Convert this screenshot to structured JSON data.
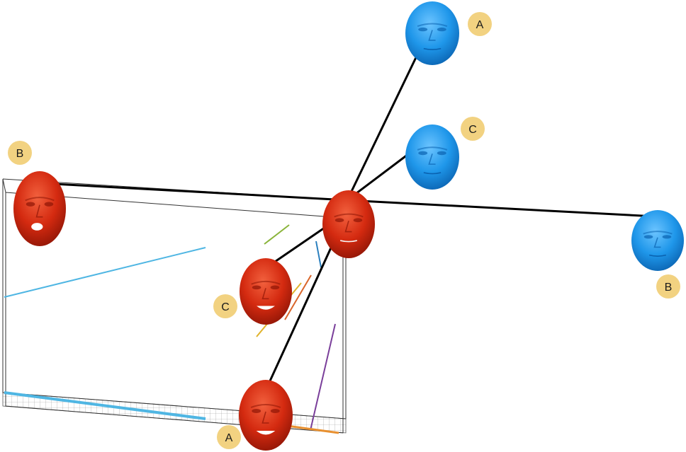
{
  "colors": {
    "red_face": "#d42a10",
    "red_face_dark": "#8e1506",
    "red_face_light": "#f2613e",
    "blue_face": "#1f97ea",
    "blue_face_dark": "#0a62b0",
    "blue_face_light": "#6cc4ff",
    "badge": "#f2d281",
    "badge_text": "#1a1a1a",
    "connector": "#000000",
    "box_frame": "#3a3a3a"
  },
  "faces": [
    {
      "id": "center",
      "color": "red",
      "label": ""
    },
    {
      "id": "red-b",
      "color": "red",
      "label": "B"
    },
    {
      "id": "red-c",
      "color": "red",
      "label": "C"
    },
    {
      "id": "red-a",
      "color": "red",
      "label": "A"
    },
    {
      "id": "blue-a",
      "color": "blue",
      "label": "A"
    },
    {
      "id": "blue-c",
      "color": "blue",
      "label": "C"
    },
    {
      "id": "blue-b",
      "color": "blue",
      "label": "B"
    }
  ],
  "labels": {
    "red_b": "B",
    "red_c": "C",
    "red_a": "A",
    "blue_a": "A",
    "blue_c": "C",
    "blue_b": "B"
  }
}
